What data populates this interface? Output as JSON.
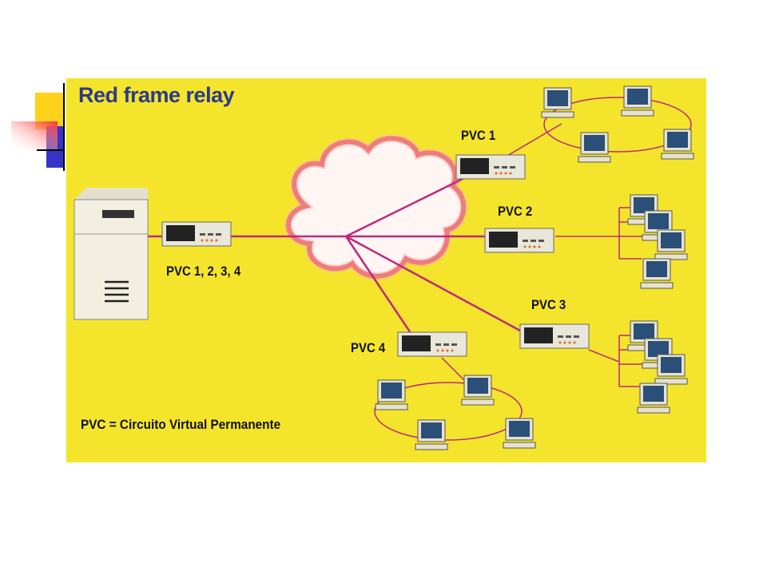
{
  "slide": {
    "title": "Red frame relay",
    "labels": {
      "central": "PVC 1, 2, 3, 4",
      "pvc1": "PVC 1",
      "pvc2": "PVC 2",
      "pvc3": "PVC 3",
      "pvc4": "PVC 4"
    },
    "legend": "PVC = Circuito Virtual Permanente"
  },
  "colors": {
    "background": "#f4e52c",
    "title": "#2b3a8c",
    "link": "#c0287a",
    "cloud_edge": "#d13a4a",
    "monitor_screen": "#2a4f78"
  }
}
